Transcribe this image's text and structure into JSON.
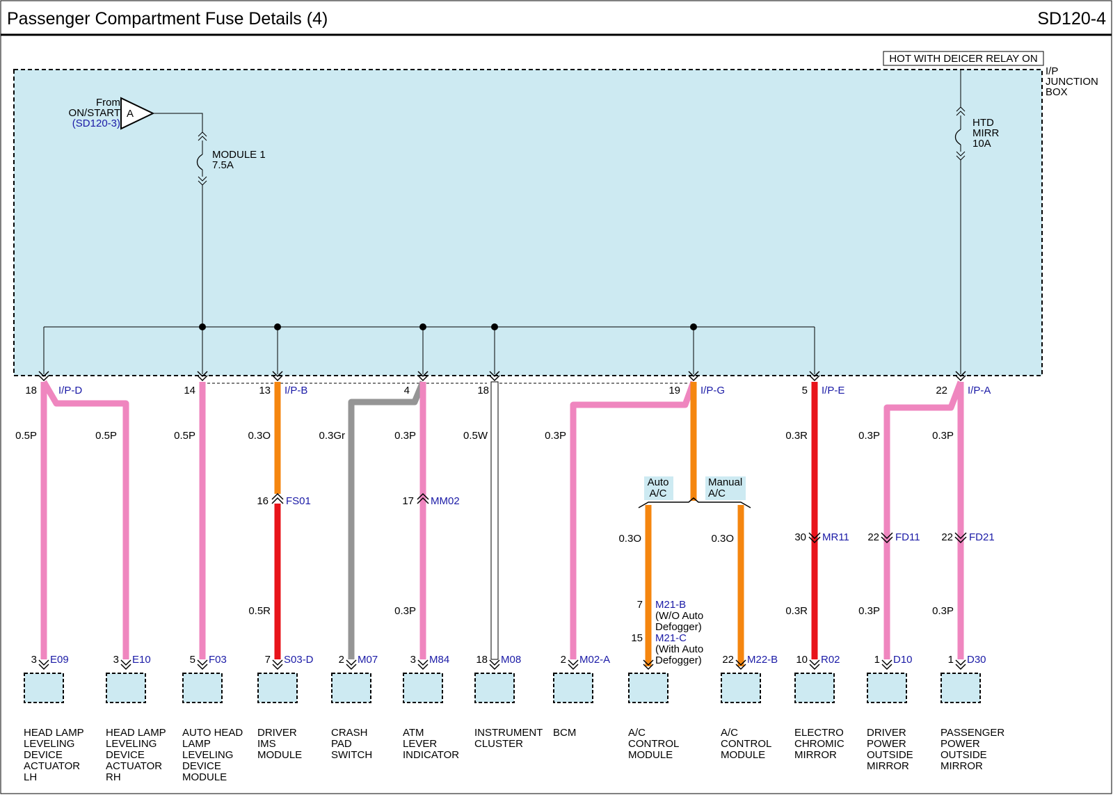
{
  "header": {
    "title": "Passenger Compartment Fuse Details (4)",
    "code": "SD120-4"
  },
  "junction_box": {
    "name": [
      "I/P",
      "JUNCTION",
      "BOX"
    ],
    "hot_label": "HOT WITH DEICER RELAY ON",
    "from_label": [
      "From",
      "ON/START"
    ],
    "from_ref": "(SD120-3)",
    "connector_letter": "A",
    "fuses": [
      {
        "name": [
          "MODULE 1",
          "7.5A"
        ]
      },
      {
        "name": [
          "HTD",
          "MIRR",
          "10A"
        ]
      }
    ]
  },
  "branch_labels": {
    "auto": [
      "Auto",
      "A/C"
    ],
    "manual": [
      "Manual",
      "A/C"
    ]
  },
  "colors": {
    "pink": "#ef86bf",
    "orange": "#f5860f",
    "red": "#e8141b",
    "gray": "#959595",
    "white": "#ffffff",
    "box": "#cdeaf2"
  },
  "connectors_top": [
    {
      "pin": "18",
      "label": "I/P-D"
    },
    {
      "pin": "14",
      "label": ""
    },
    {
      "pin": "13",
      "label": "I/P-B"
    },
    {
      "pin": "4",
      "label": ""
    },
    {
      "pin": "18",
      "label": ""
    },
    {
      "pin": "19",
      "label": "I/P-G"
    },
    {
      "pin": "5",
      "label": "I/P-E"
    },
    {
      "pin": "22",
      "label": "I/P-A"
    }
  ],
  "wire_labels": [
    "0.5P",
    "0.5P",
    "0.5P",
    "0.3O",
    "0.3Gr",
    "0.3P",
    "0.5W",
    "0.3P",
    "0.3R",
    "0.3P",
    "0.3P",
    "0.3O",
    "0.3O",
    "0.5R",
    "0.3P",
    "0.3R",
    "0.3P",
    "0.3P"
  ],
  "inline_connectors": [
    {
      "pin": "16",
      "label": "FS01"
    },
    {
      "pin": "17",
      "label": "MM02"
    },
    {
      "pin": "30",
      "label": "MR11"
    },
    {
      "pin": "22",
      "label": "FD11"
    },
    {
      "pin": "22",
      "label": "FD21"
    }
  ],
  "ac_connector_note": {
    "pin1": "7",
    "conn1": "M21-B",
    "note1": [
      "(W/O Auto",
      "Defogger)"
    ],
    "pin2": "15",
    "conn2": "M21-C",
    "note2": [
      "(With Auto",
      "Defogger)"
    ]
  },
  "components": [
    {
      "pin": "3",
      "conn": "E09",
      "name": [
        "HEAD LAMP",
        "LEVELING",
        "DEVICE",
        "ACTUATOR",
        "LH"
      ]
    },
    {
      "pin": "3",
      "conn": "E10",
      "name": [
        "HEAD LAMP",
        "LEVELING",
        "DEVICE",
        "ACTUATOR",
        "RH"
      ]
    },
    {
      "pin": "5",
      "conn": "F03",
      "name": [
        "AUTO HEAD",
        "LAMP",
        "LEVELING",
        "DEVICE",
        "MODULE"
      ]
    },
    {
      "pin": "7",
      "conn": "S03-D",
      "name": [
        "DRIVER",
        "IMS",
        "MODULE"
      ]
    },
    {
      "pin": "2",
      "conn": "M07",
      "name": [
        "CRASH",
        "PAD",
        "SWITCH"
      ]
    },
    {
      "pin": "3",
      "conn": "M84",
      "name": [
        "ATM",
        "LEVER",
        "INDICATOR"
      ]
    },
    {
      "pin": "18",
      "conn": "M08",
      "name": [
        "INSTRUMENT",
        "CLUSTER"
      ]
    },
    {
      "pin": "2",
      "conn": "M02-A",
      "name": [
        "BCM"
      ]
    },
    {
      "pin": "",
      "conn": "",
      "name": [
        "A/C",
        "CONTROL",
        "MODULE"
      ]
    },
    {
      "pin": "22",
      "conn": "M22-B",
      "name": [
        "A/C",
        "CONTROL",
        "MODULE"
      ]
    },
    {
      "pin": "10",
      "conn": "R02",
      "name": [
        "ELECTRO",
        "CHROMIC",
        "MIRROR"
      ]
    },
    {
      "pin": "1",
      "conn": "D10",
      "name": [
        "DRIVER",
        "POWER",
        "OUTSIDE",
        "MIRROR"
      ]
    },
    {
      "pin": "1",
      "conn": "D30",
      "name": [
        "PASSENGER",
        "POWER",
        "OUTSIDE",
        "MIRROR"
      ]
    }
  ]
}
